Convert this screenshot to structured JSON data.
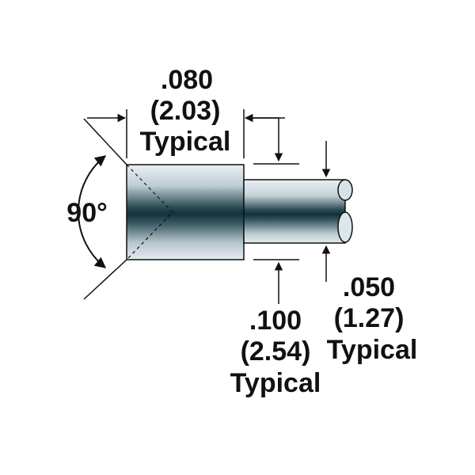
{
  "dims": {
    "top": {
      "inch": ".080",
      "mm": "(2.03)",
      "note": "Typical"
    },
    "angle": {
      "value": "90°"
    },
    "pin_shoulder": {
      "inch": ".100",
      "mm": "(2.54)",
      "note": "Typical"
    },
    "pin_tip": {
      "inch": ".050",
      "mm": "(1.27)",
      "note": "Typical"
    }
  },
  "colors": {
    "line": "#111111",
    "metal_light": "#e8eff2",
    "metal_mid": "#a9b9c1",
    "metal_dark": "#12313a"
  },
  "icons": [
    "arrow-head-icon"
  ]
}
